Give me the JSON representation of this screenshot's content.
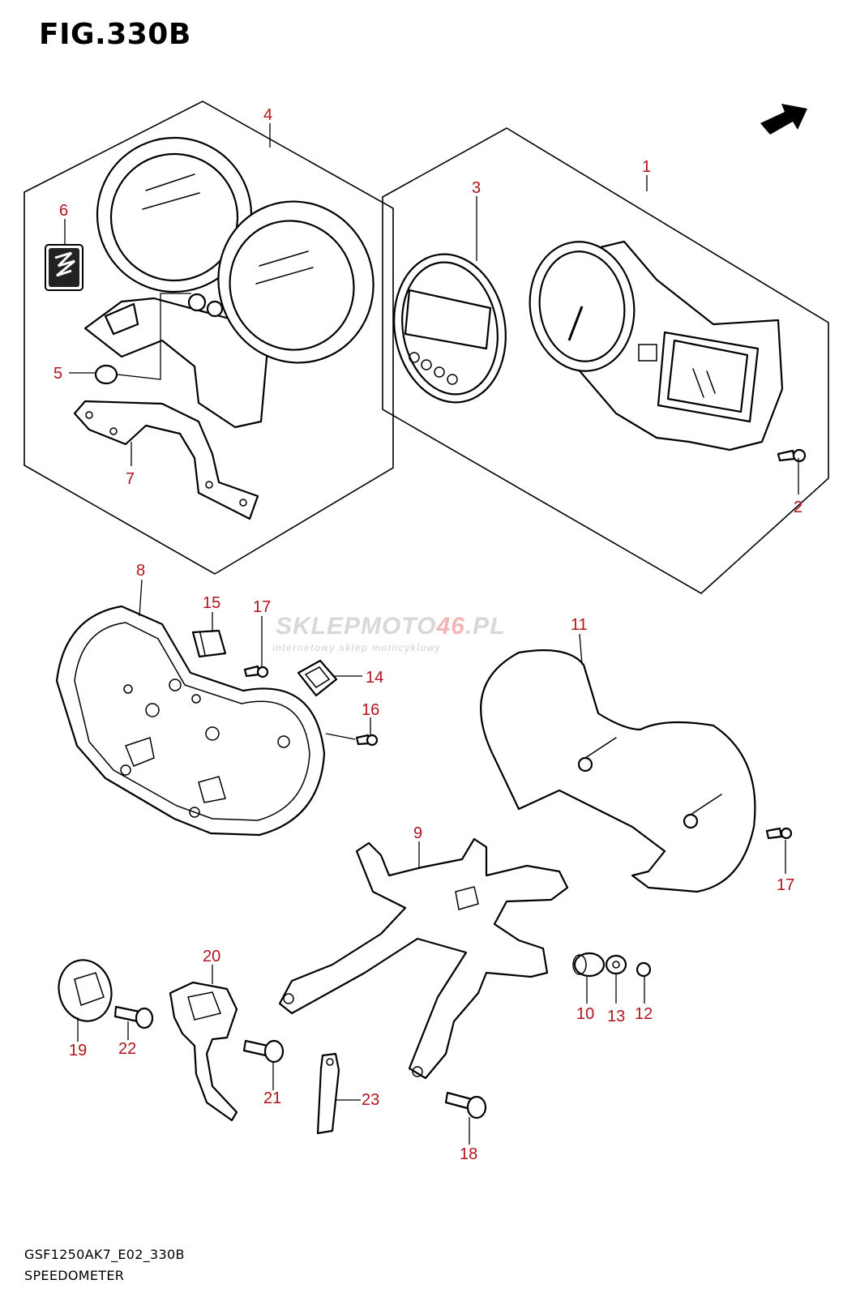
{
  "figure": {
    "title": "FIG.330B",
    "model_code": "GSF1250AK7_E02_330B",
    "section_name": "SPEEDOMETER"
  },
  "watermark": {
    "brand_part1": "SKLEPMOTO",
    "brand_part2": "46",
    "brand_part3": ".PL",
    "tagline": "internetowy sklep motocyklowy"
  },
  "callouts": {
    "p1": "1",
    "p2": "2",
    "p3": "3",
    "p4": "4",
    "p5": "5",
    "p6": "6",
    "p7": "7",
    "p8": "8",
    "p9": "9",
    "p10": "10",
    "p11": "11",
    "p12": "12",
    "p13": "13",
    "p14": "14",
    "p15": "15",
    "p16": "16",
    "p17a": "17",
    "p17b": "17",
    "p18": "18",
    "p19": "19",
    "p20": "20",
    "p21": "21",
    "p22": "22",
    "p23": "23"
  },
  "colors": {
    "callout": "#b3131b",
    "line": "#000000",
    "watermark": "#d8d8d8"
  },
  "icons": {
    "direction": "front-arrow-icon",
    "logo": "suzuki-emblem-icon"
  }
}
